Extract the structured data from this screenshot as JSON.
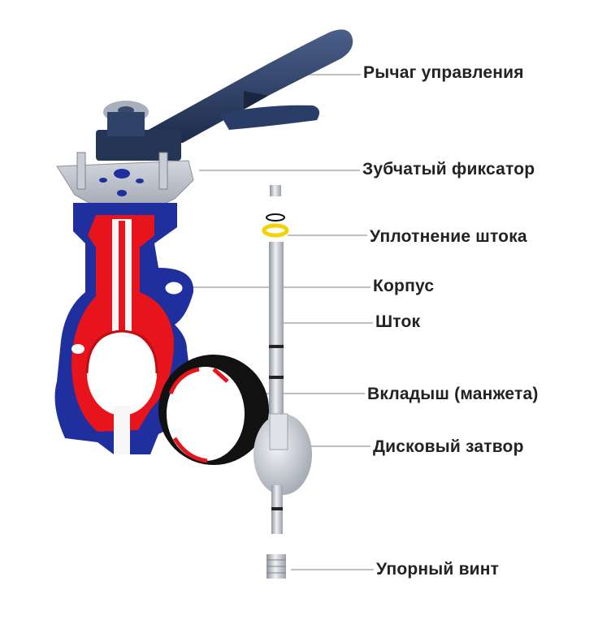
{
  "labels": [
    {
      "id": "control-lever",
      "text": "Рычаг управления"
    },
    {
      "id": "toothed-lock",
      "text": "Зубчатый фиксатор"
    },
    {
      "id": "stem-seal",
      "text": "Уплотнение штока"
    },
    {
      "id": "body",
      "text": "Корпус"
    },
    {
      "id": "stem",
      "text": "Шток"
    },
    {
      "id": "liner-cuff",
      "text": "Вкладыш (манжета)"
    },
    {
      "id": "disc-shutter",
      "text": "Дисковый затвор"
    },
    {
      "id": "thrust-screw",
      "text": "Упорный винт"
    }
  ],
  "colors": {
    "body_blue": "#1f2f9e",
    "section_red": "#e8141c",
    "lever_blue": "#2a3d66",
    "plate_grey": "#b3b8c4",
    "steel_grey": "#c9ced6",
    "liner_black": "#111111",
    "seal_yellow": "#f2d400",
    "leader_line": "#9a9a9a",
    "label_text": "#222222"
  }
}
